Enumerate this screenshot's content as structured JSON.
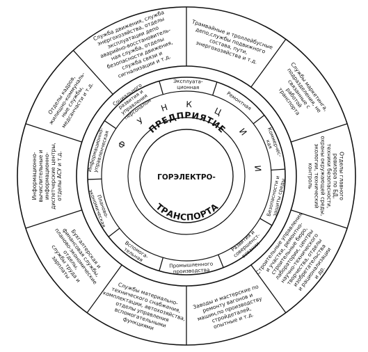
{
  "core": {
    "top_word": "ПРЕДПРИЯТИЕ",
    "middle_word": "ГОРЭЛЕКТРО-",
    "bottom_word": "ТРАНСПОРТА"
  },
  "functions_word": "ФУНКЦИИ",
  "functions_letters": [
    "Ф",
    "У",
    "Н",
    "К",
    "Ц",
    "И",
    "И"
  ],
  "middle_ring": [
    {
      "key": "expl",
      "lines": [
        "Эксплуата-",
        "ционная"
      ]
    },
    {
      "key": "repair",
      "lines": [
        "Ремонтная"
      ]
    },
    {
      "key": "commercial",
      "lines": [
        "Коммерчес-",
        "кая"
      ]
    },
    {
      "key": "safety",
      "lines": [
        "Безопасности и",
        "защиты среды"
      ]
    },
    {
      "key": "development",
      "lines": [
        "Развития и",
        "совершенст-",
        "вования"
      ]
    },
    {
      "key": "production",
      "lines": [
        "Промышленного",
        "производства"
      ]
    },
    {
      "key": "auxiliary",
      "lines": [
        "Вспомога-",
        "тельная"
      ]
    },
    {
      "key": "planning",
      "lines": [
        "Планово-",
        "экономическая"
      ]
    },
    {
      "key": "info_mgmt",
      "lines": [
        "Информационно-",
        "управленческая"
      ]
    },
    {
      "key": "social",
      "lines": [
        "Социального",
        "развития и",
        "управления",
        "персоналом"
      ]
    }
  ],
  "outer_ring": [
    {
      "key": "traffic",
      "lines": [
        "Служба движения, служба",
        "энергохозяйства, отделы",
        "эксплуатации депо",
        "аварийно-восстановитель-",
        "ная служба, отделы",
        "безопасности движения,",
        "служба связи и",
        "сигнализации и т.д."
      ]
    },
    {
      "key": "depots",
      "lines": [
        "Трамвайные и троллейбусные",
        "депо,службы подвижного",
        "состава, пути,",
        "энергохозяйства и т.д."
      ]
    },
    {
      "key": "marketing",
      "lines": [
        "Службы маркетинга,",
        "подразделения, не",
        "связанные с",
        "работой",
        "транспорта"
      ]
    },
    {
      "key": "chief_auditor",
      "lines": [
        "Отделы главного",
        "ревизора по БД,",
        "техники безопасности,",
        "охраны окружающей среды,",
        "экологии, технический",
        "контроль"
      ]
    },
    {
      "key": "construction",
      "lines": [
        "Строительные управления",
        "и участки, ремонтно-",
        "строительные бюро,",
        "лаборатории, центры",
        "научно-технического",
        "творчества, отделы",
        "изобретательства",
        "и рационализации",
        "и др."
      ]
    },
    {
      "key": "plants",
      "lines": [
        "Заводы и мастерские по",
        "ремонту вагонов и",
        "машин,по производству",
        "стройдеталей,",
        "опытные и т.д."
      ]
    },
    {
      "key": "services",
      "lines": [
        "Службы материально-",
        "технического снабжения,",
        "комплектации, автохозяйства,",
        "отделы управления",
        "вспомогательными",
        "функциями"
      ]
    },
    {
      "key": "accounting",
      "lines": [
        "Бухгалтерская и",
        "финансовая службы,",
        "планово-экономические",
        "отделы,",
        "службы труда и",
        "зарплаты"
      ]
    },
    {
      "key": "info_centers",
      "lines": [
        "Информационно-",
        "вычислительные и",
        "информационно-",
        "диспетчерские центры,",
        "отделы АСУ и т.д."
      ]
    },
    {
      "key": "personnel",
      "lines": [
        "Отделы кадров,",
        "жилищно-коммуналь-",
        "ные службы,",
        "медсанчасти и т.д."
      ]
    }
  ]
}
